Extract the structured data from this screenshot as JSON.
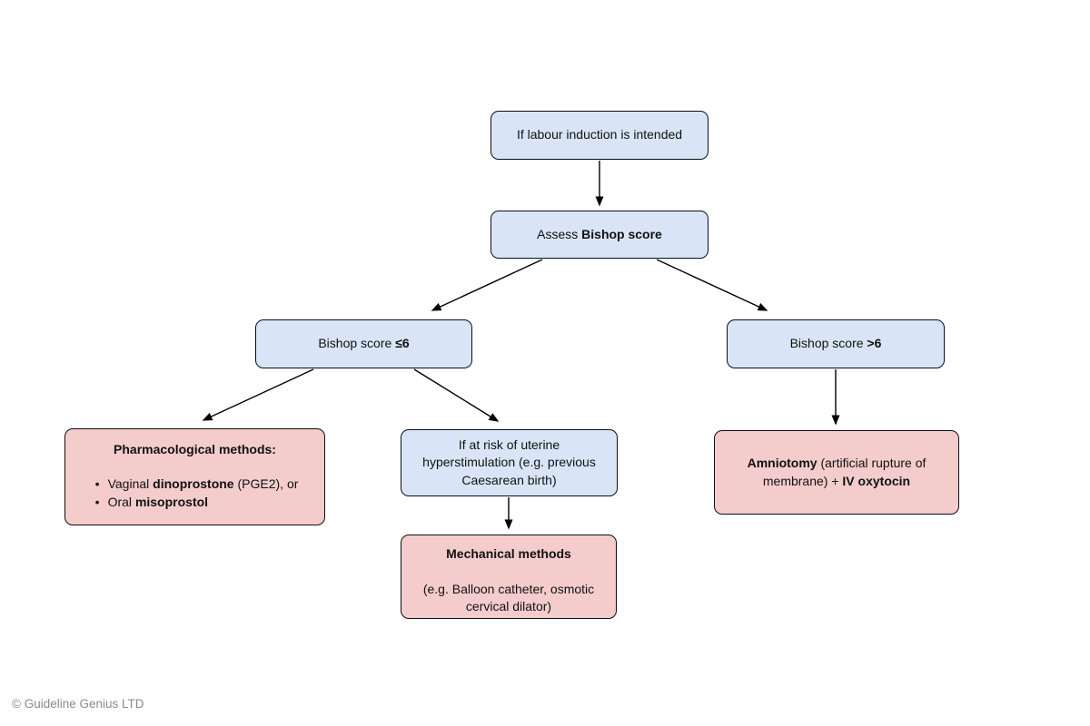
{
  "colors": {
    "box_blue": "#d9e5f7",
    "box_pink": "#f4cccc",
    "border": "#0b0f14",
    "arrow": "#000000",
    "copyright_gray": "#8a8a8a"
  },
  "nodes": {
    "intent": {
      "text": "If labour induction is intended"
    },
    "assess": {
      "pre": "Assess ",
      "bold": "Bishop score"
    },
    "bishop_low": {
      "pre": "Bishop score ",
      "bold": "≤6"
    },
    "bishop_high": {
      "pre": "Bishop score ",
      "bold": ">6"
    },
    "pharmacological": {
      "title": "Pharmacological methods:",
      "bullets": [
        {
          "pre": "Vaginal ",
          "bold": "dinoprostone",
          "post": " (PGE2), or"
        },
        {
          "pre": "Oral ",
          "bold": "misoprostol",
          "post": ""
        }
      ]
    },
    "hyperstimulation": {
      "text": "If at risk of uterine hyperstimulation (e.g. previous Caesarean birth)"
    },
    "mechanical": {
      "title": "Mechanical methods",
      "subtitle": "(e.g. Balloon catheter, osmotic cervical dilator)"
    },
    "amniotomy": {
      "bold1": "Amniotomy",
      "mid": " (artificial rupture of membrane) + ",
      "bold2": "IV oxytocin"
    }
  },
  "footer": {
    "copyright": "© Guideline Genius LTD"
  }
}
